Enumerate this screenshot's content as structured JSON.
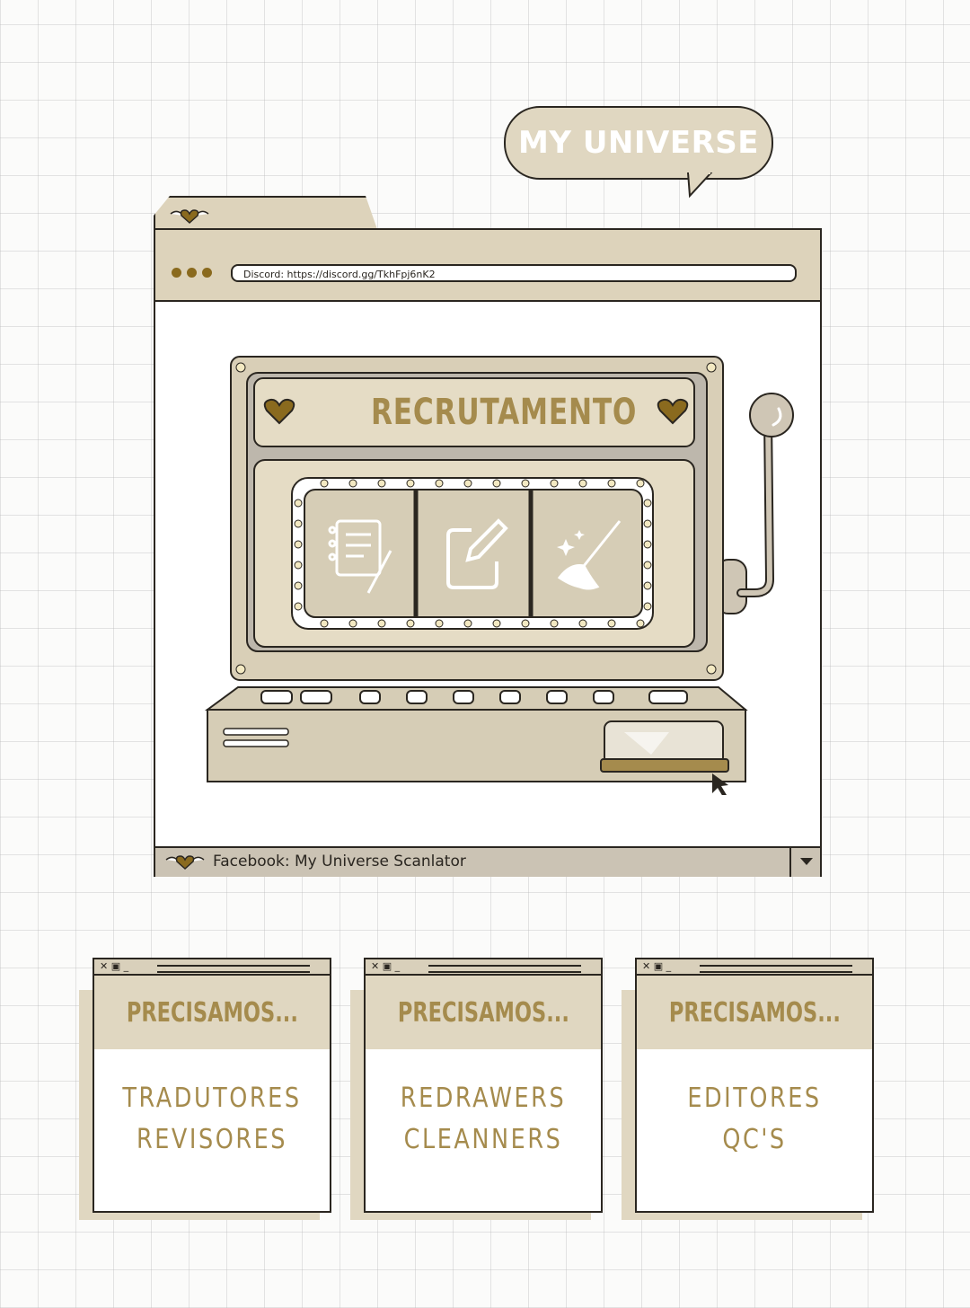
{
  "bubble": {
    "text": "MY UNIVERSE"
  },
  "window": {
    "url": "Discord: https://discord.gg/TkhFpj6nK2",
    "footer": "Facebook: My Universe Scanlator"
  },
  "slot_machine": {
    "title": "RECRUTAMENTO",
    "reels": [
      "document-pen-icon",
      "edit-note-icon",
      "broom-sparkle-icon"
    ]
  },
  "cards": [
    {
      "header": "PRECISAMOS...",
      "lines": [
        "TRADUTORES",
        "REVISORES"
      ]
    },
    {
      "header": "PRECISAMOS...",
      "lines": [
        "REDRAWERS",
        "CLEANNERS"
      ]
    },
    {
      "header": "PRECISAMOS...",
      "lines": [
        "EDITORES",
        "QC'S"
      ]
    }
  ],
  "colors": {
    "beige": "#e0d7c1",
    "gold_text": "#a58b4d",
    "outline": "#2a2620",
    "heart": "#8a6a1e"
  }
}
